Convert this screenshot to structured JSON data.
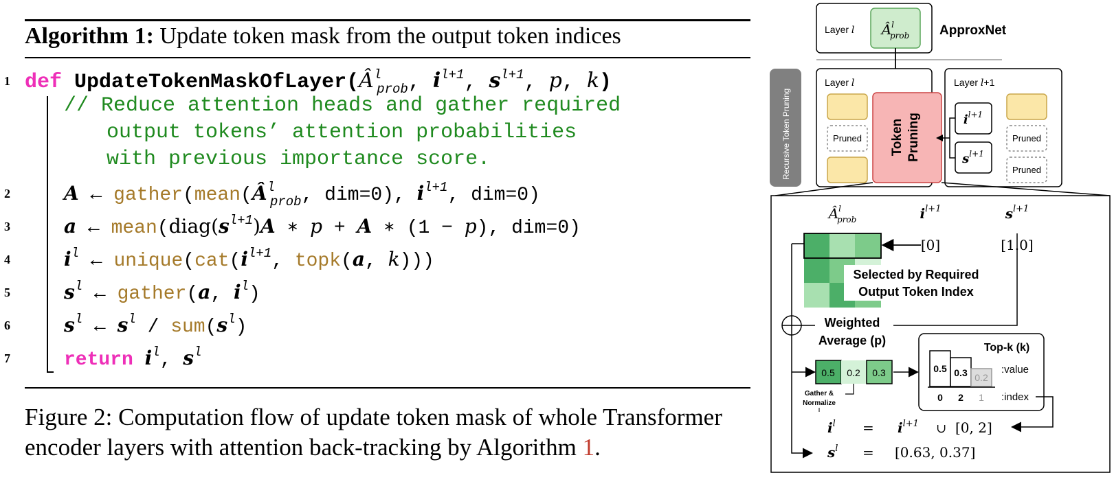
{
  "algorithm": {
    "title_bold": "Algorithm 1:",
    "title_rest": "Update token mask from the output token indices",
    "lines": [
      {
        "no": "1",
        "keyword": "def",
        "func": "UpdateTokenMaskOfLayer"
      },
      {
        "comment": [
          "// Reduce attention heads and gather required",
          "output tokens’ attention probabilities",
          "with previous importance score."
        ]
      },
      {
        "no": "2"
      },
      {
        "no": "3"
      },
      {
        "no": "4"
      },
      {
        "no": "5"
      },
      {
        "no": "6"
      },
      {
        "no": "7",
        "keyword": "return"
      }
    ]
  },
  "caption": {
    "text": "Figure 2: Computation flow of update token mask of whole Transformer encoder layers with attention back-tracking by Algorithm ",
    "ref": "1",
    "end": "."
  },
  "diagram": {
    "approxnet": {
      "layer_label": "Layer",
      "name": "ApproxNet"
    },
    "side_label": "Recursive Token Pruning",
    "layer_l_label": "Layer",
    "layer_l1_label": "Layer",
    "token_pruning": "Token Pruning",
    "pruned": "Pruned",
    "selected_text": [
      "Selected by Required",
      "Output Token Index"
    ],
    "weighted_average": [
      "Weighted",
      "Average (p)"
    ],
    "gather_normalize": [
      "Gather &",
      "Normalize"
    ],
    "weights": [
      "0.5",
      "0.2",
      "0.3"
    ],
    "topk": {
      "title": "Top-k (k)",
      "values": [
        "0.5",
        "0.3",
        "0.2"
      ],
      "indices": [
        "0",
        "2",
        "1"
      ],
      "value_label": ":value",
      "index_label": ":index"
    },
    "i_value": "[0]",
    "s_value": "[1.0]",
    "result_i": "[0, 2]",
    "result_s": "[0.63, 0.37]",
    "colors": {
      "green_dark": "#4caf68",
      "green_mid": "#7dcb8a",
      "green_light": "#a8e0b0",
      "green_pale": "#d4f2d8",
      "red": "#f5b3b3",
      "yellow": "#fbe7a8",
      "grey": "#8c8c8c"
    }
  }
}
